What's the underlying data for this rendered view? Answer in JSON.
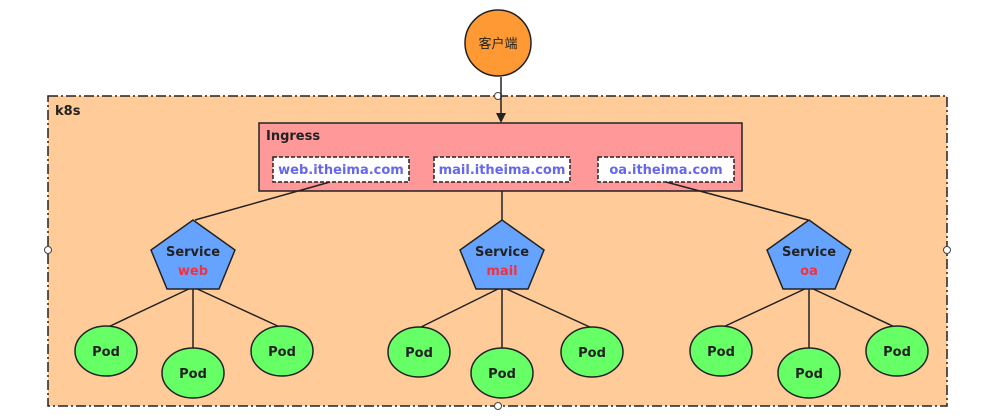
{
  "client": {
    "label": "客户端",
    "color": "#ff9933"
  },
  "cluster": {
    "label": "k8s",
    "fill": "#ffcc99"
  },
  "ingress": {
    "label": "Ingress",
    "fill": "#ff9999",
    "hosts": [
      "web.itheima.com",
      "mail.itheima.com",
      "oa.itheima.com"
    ],
    "host_text_color": "#6666ee"
  },
  "services": [
    {
      "title": "Service",
      "name": "web"
    },
    {
      "title": "Service",
      "name": "mail"
    },
    {
      "title": "Service",
      "name": "oa"
    }
  ],
  "service_fill": "#66a3ff",
  "service_name_color": "#ee3344",
  "pod_label": "Pod",
  "pod_fill": "#66ff66"
}
